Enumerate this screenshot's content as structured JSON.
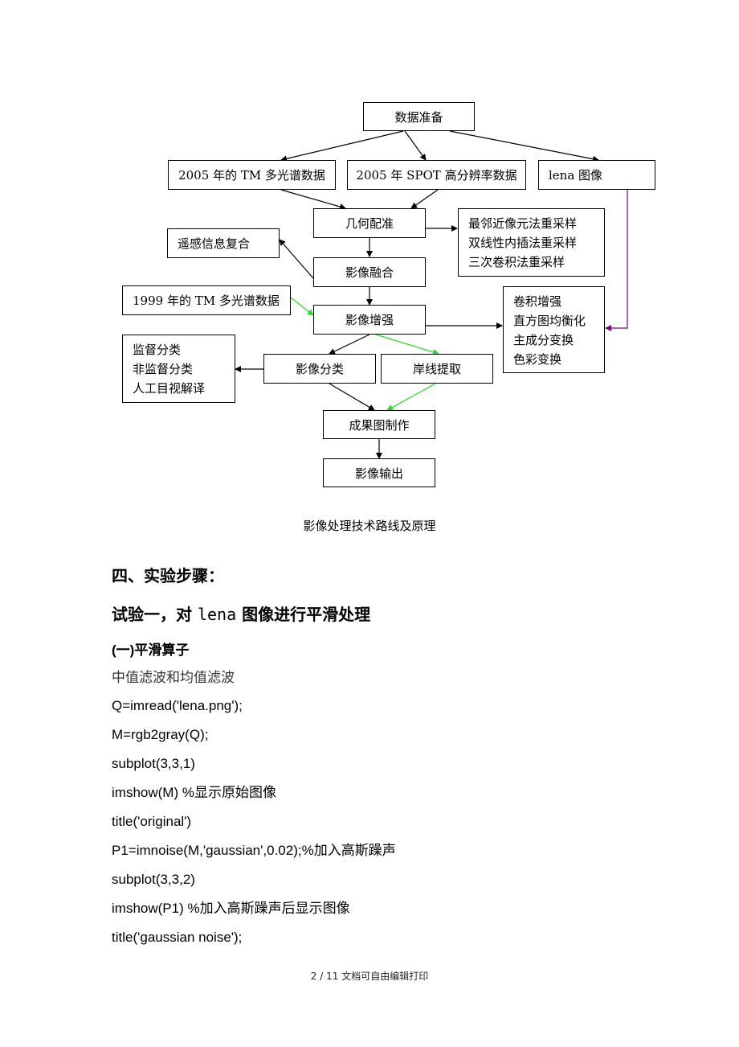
{
  "flowchart": {
    "boxes": {
      "data_prep": "数据准备",
      "tm2005": "2005 年的 TM 多光谱数据",
      "spot2005": "2005 年 SPOT 高分辨率数据",
      "lena": "lena 图像",
      "geo_reg": "几何配准",
      "resample": [
        "最邻近像元法重采样",
        "双线性内插法重采样",
        "三次卷积法重采样"
      ],
      "remote_composite": "遥感信息复合",
      "fusion": "影像融合",
      "tm1999": "1999 年的 TM 多光谱数据",
      "enhance": "影像增强",
      "enhance_methods": [
        "卷积增强",
        "直方图均衡化",
        "主成分变换",
        "色彩变换"
      ],
      "classify_methods": [
        "监督分类",
        "非监督分类",
        "人工目视解译"
      ],
      "classify": "影像分类",
      "shoreline": "岸线提取",
      "mapping": "成果图制作",
      "output": "影像输出"
    },
    "caption": "影像处理技术路线及原理",
    "colors": {
      "black": "#000000",
      "green": "#22dd22",
      "purple": "#800080"
    }
  },
  "section": {
    "heading": "四、实验步骤：",
    "experiment_prefix": "试验一，对 ",
    "experiment_mono": "lena",
    "experiment_suffix": " 图像进行平滑处理",
    "subheading": "(一)平滑算子",
    "intro": "中值滤波和均值滤波",
    "code_lines": [
      "Q=imread('lena.png');",
      "M=rgb2gray(Q);",
      "subplot(3,3,1)",
      "imshow(M) %显示原始图像",
      "title('original')",
      "P1=imnoise(M,'gaussian',0.02);%加入高斯躁声",
      "subplot(3,3,2)",
      "imshow(P1) %加入高斯躁声后显示图像",
      "title('gaussian noise');"
    ]
  },
  "footer": "2 / 11 文档可自由编辑打印"
}
